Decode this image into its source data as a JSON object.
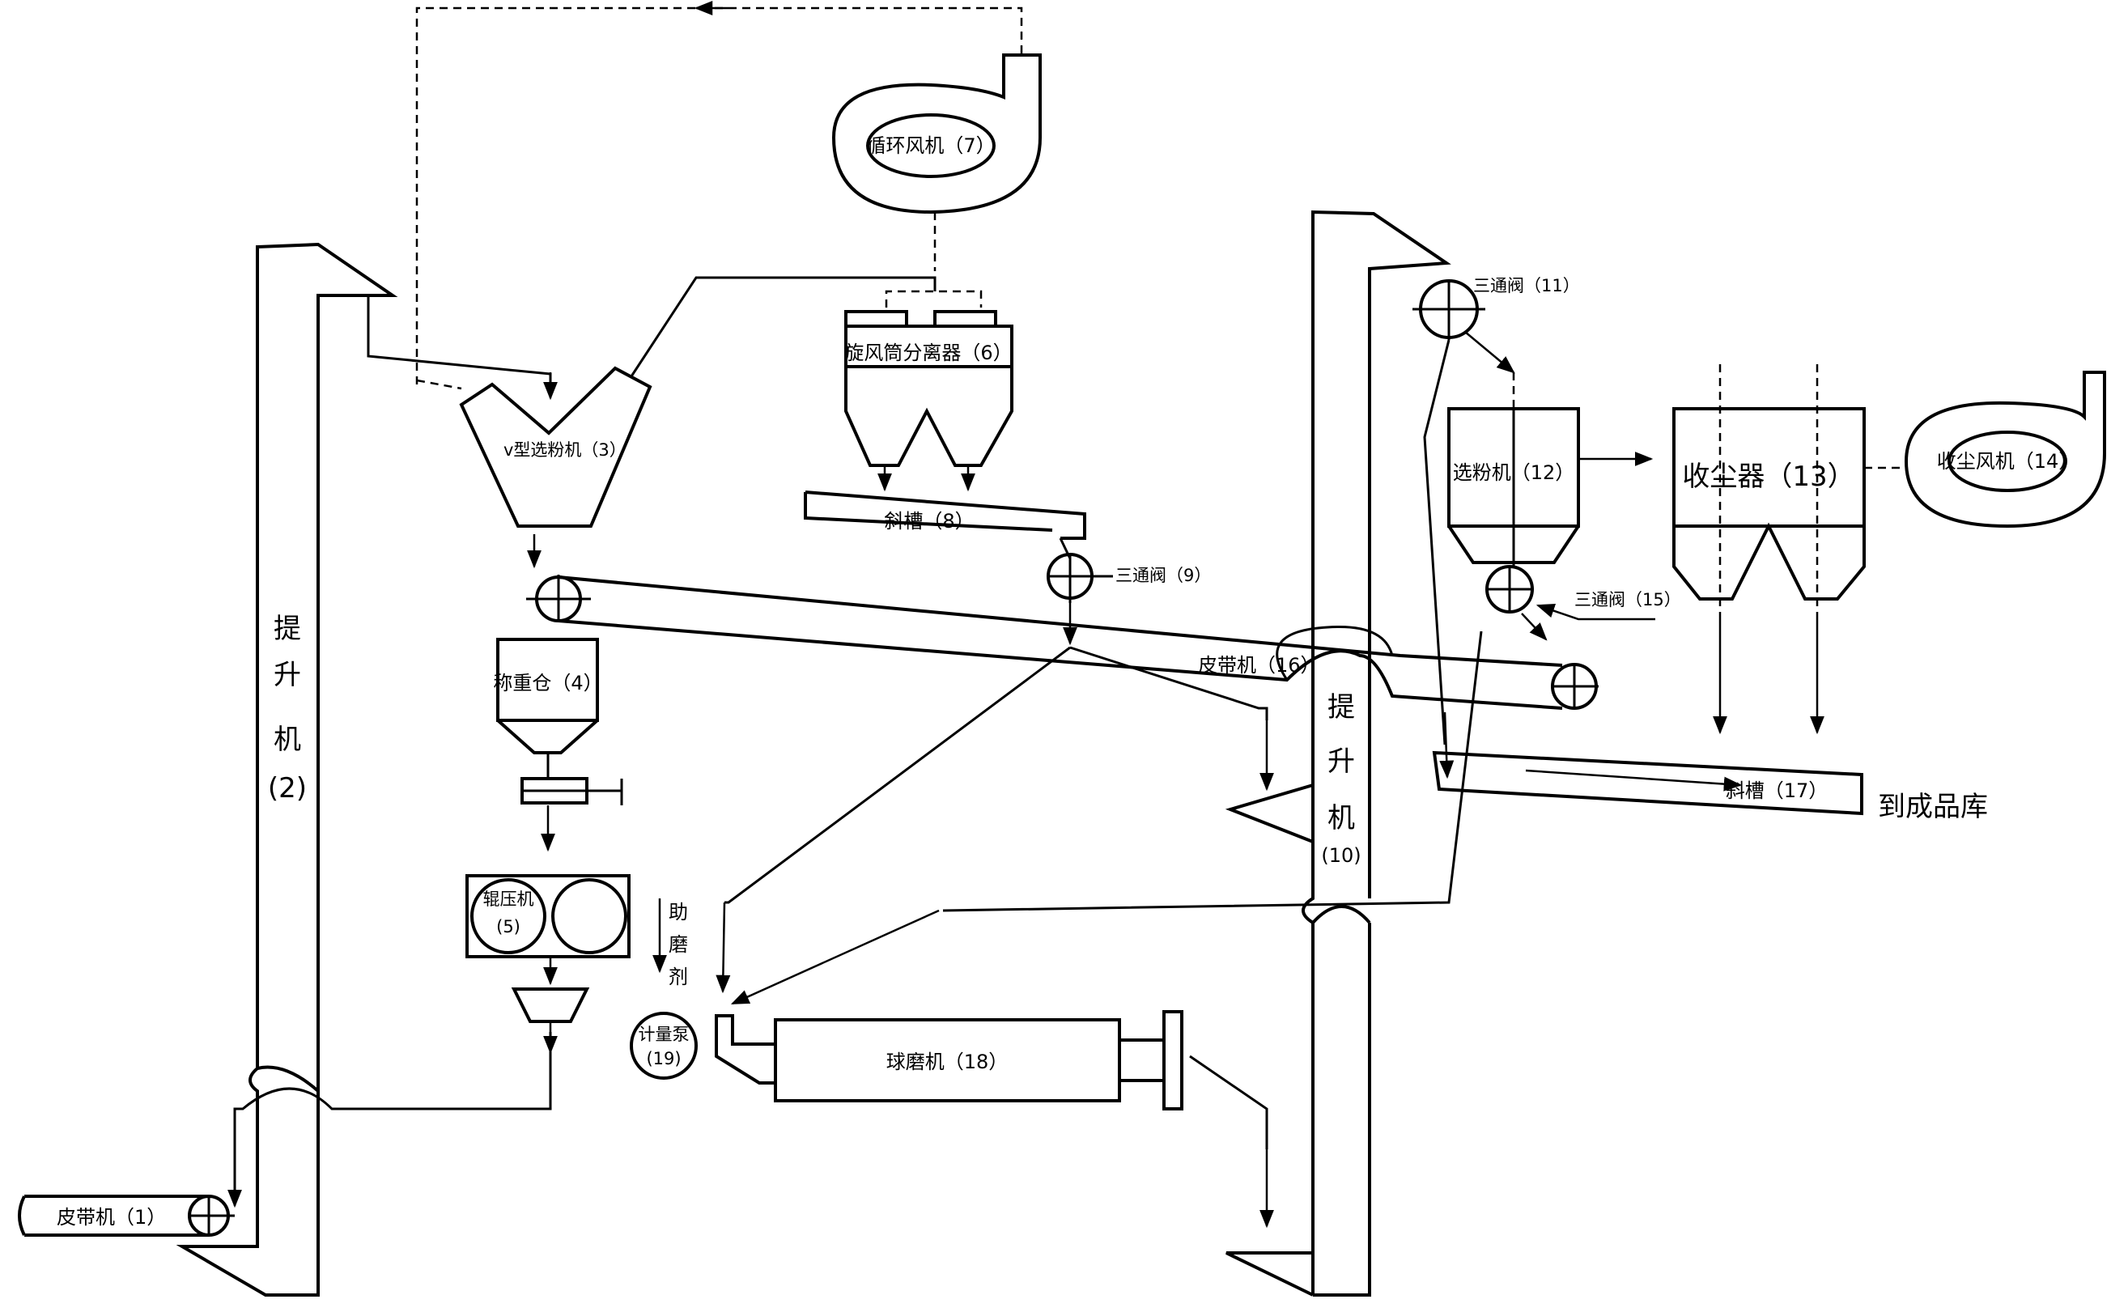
{
  "labels": {
    "belt1": "皮带机（1）",
    "elev2_chars": [
      "提",
      "升",
      "机",
      "(2)"
    ],
    "separator3": "v型选粉机（3）",
    "bin4": "称重仓（4）",
    "press5_name": "辊压机",
    "press5_num": "(5)",
    "cyclone6": "旋风筒分离器（6）",
    "fan7": "循环风机（7）",
    "chute8": "斜槽（8）",
    "valve9": "三通阀（9）",
    "elev10_chars": [
      "提",
      "升",
      "机",
      "(10)"
    ],
    "valve11": "三通阀（11）",
    "separator12": "选粉机（12）",
    "collector13": "收尘器（13）",
    "fan14": "收尘风机（14）",
    "valve15": "三通阀（15）",
    "belt16": "皮带机（16）",
    "chute17": "斜槽（17）",
    "to_warehouse": "到成品库",
    "mill18": "球磨机（18）",
    "pump19_name": "计量泵",
    "pump19_num": "(19)",
    "aid_chars": [
      "助",
      "磨",
      "剂"
    ]
  }
}
